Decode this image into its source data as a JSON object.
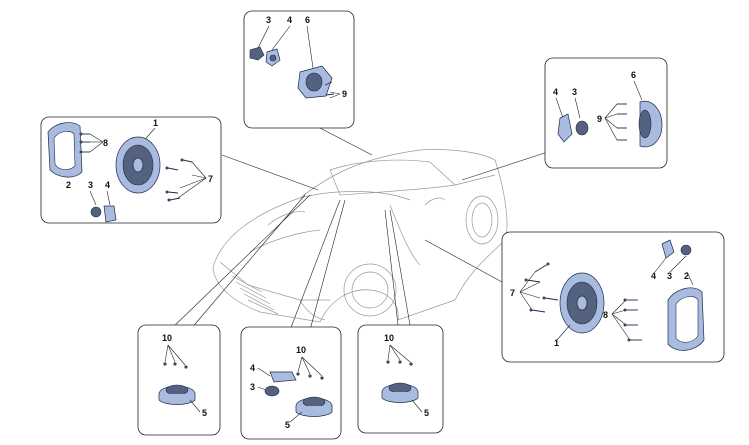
{
  "diagram": {
    "panels": {
      "top": {
        "labels": [
          "3",
          "4",
          "6",
          "9"
        ]
      },
      "left": {
        "labels": [
          "1",
          "8",
          "2",
          "3",
          "4",
          "7"
        ]
      },
      "right_upper": {
        "labels": [
          "4",
          "3",
          "9",
          "6"
        ]
      },
      "right_lower": {
        "labels": [
          "4",
          "3",
          "2",
          "7",
          "8",
          "1"
        ]
      },
      "bottom_left": {
        "labels": [
          "10",
          "5"
        ]
      },
      "bottom_mid": {
        "labels": [
          "10",
          "4",
          "3",
          "5"
        ]
      },
      "bottom_right": {
        "labels": [
          "10",
          "5"
        ]
      }
    }
  }
}
